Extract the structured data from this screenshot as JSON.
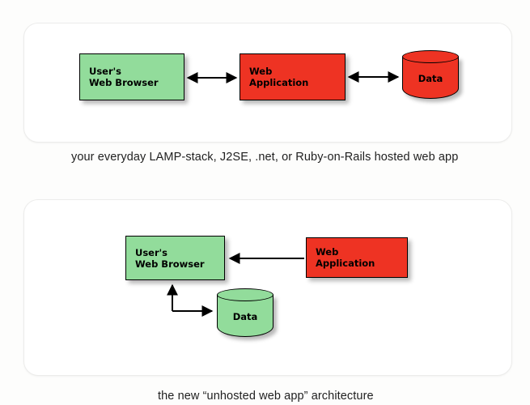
{
  "diagram": {
    "title_top_caption": "your everyday LAMP-stack, J2SE, .net, or Ruby-on-Rails hosted web app",
    "title_bottom_caption": "the new “unhosted web app” architecture",
    "colors": {
      "green": "#92dc9b",
      "red": "#ee3323",
      "stroke": "#000000",
      "panel_background": "#ffffff",
      "page_background": "#fdfdfc",
      "panel_border": "#ececeb"
    },
    "panels": [
      {
        "id": "hosted-architecture",
        "caption": "your everyday LAMP-stack, J2SE, .net, or Ruby-on-Rails hosted web app",
        "nodes": [
          {
            "id": "browser",
            "label": "User's\nWeb Browser",
            "shape": "box",
            "color": "green"
          },
          {
            "id": "webapp",
            "label": "Web\nApplication",
            "shape": "box",
            "color": "red"
          },
          {
            "id": "data",
            "label": "Data",
            "shape": "cylinder",
            "color": "red"
          }
        ],
        "edges": [
          {
            "from": "browser",
            "to": "webapp",
            "direction": "bidirectional"
          },
          {
            "from": "webapp",
            "to": "data",
            "direction": "bidirectional"
          }
        ]
      },
      {
        "id": "unhosted-architecture",
        "caption": "the new “unhosted web app” architecture",
        "nodes": [
          {
            "id": "browser",
            "label": "User's\nWeb Browser",
            "shape": "box",
            "color": "green"
          },
          {
            "id": "webapp",
            "label": "Web\nApplication",
            "shape": "box",
            "color": "red"
          },
          {
            "id": "data",
            "label": "Data",
            "shape": "cylinder",
            "color": "green"
          }
        ],
        "edges": [
          {
            "from": "webapp",
            "to": "browser",
            "direction": "unidirectional"
          },
          {
            "from": "browser",
            "to": "data",
            "direction": "bidirectional-elbow"
          }
        ]
      }
    ]
  }
}
